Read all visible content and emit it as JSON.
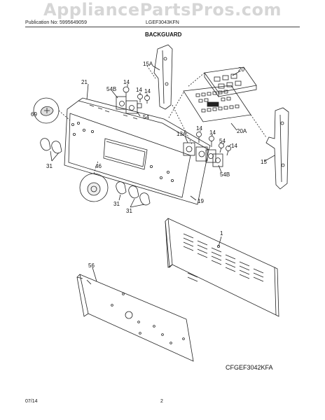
{
  "watermark": "AppliancePartsPros.com",
  "header": {
    "publication": "Publication No: 5995649059",
    "model": "LGEF3043KFN",
    "section_title": "BACKGUARD"
  },
  "parts": {
    "p1": "1",
    "p13A": "13A",
    "p14": "14",
    "p15": "15",
    "p15A": "15A",
    "p19": "19",
    "p20": "20",
    "p20A": "20A",
    "p21": "21",
    "p31": "31",
    "p46": "46",
    "p54": "54",
    "p54B": "54B",
    "p56": "56",
    "p69": "69"
  },
  "footer": {
    "diagram_code": "CFGEF3042KFA",
    "date": "07/14",
    "page": "2"
  }
}
